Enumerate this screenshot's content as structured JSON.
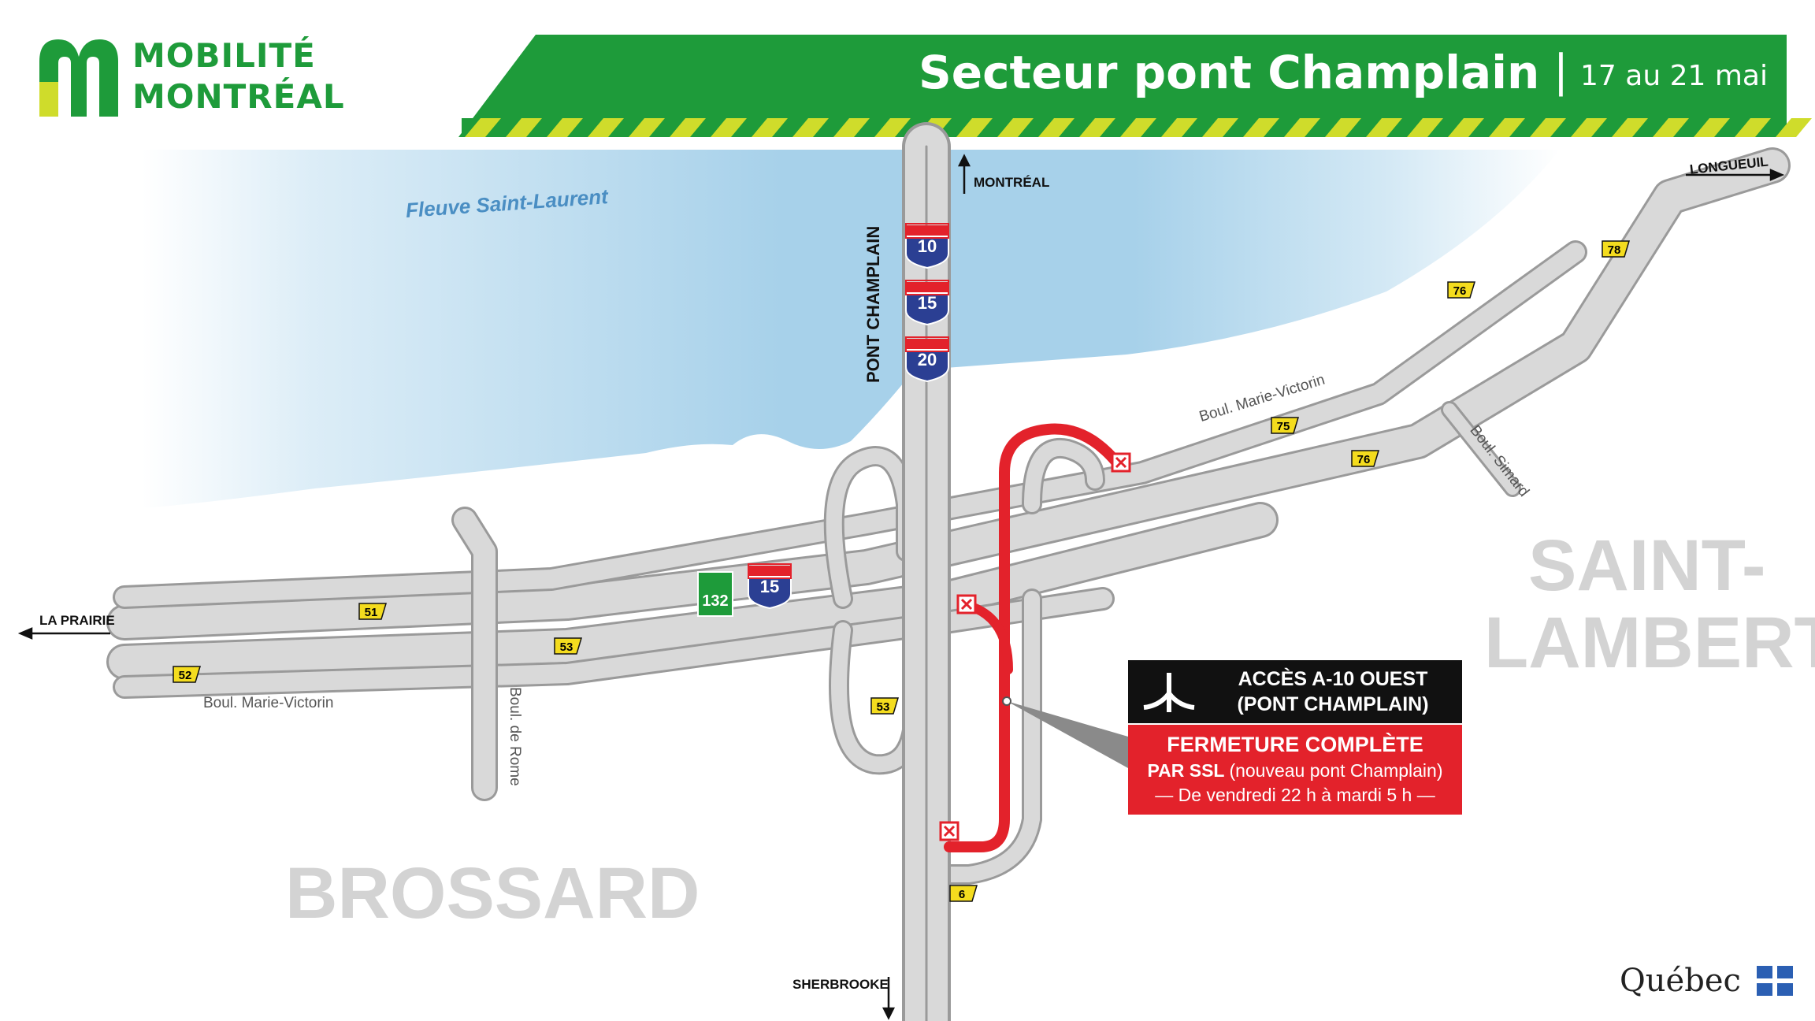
{
  "header": {
    "logo_line1": "MOBILITÉ",
    "logo_line2": "MONTRÉAL",
    "title": "Secteur pont Champlain",
    "separator": "|",
    "date": "17 au 21 mai"
  },
  "water": {
    "label": "Fleuve Saint-Laurent"
  },
  "bridge": {
    "label": "PONT CHAMPLAIN"
  },
  "directions": {
    "north": "MONTRÉAL",
    "northeast": "LONGUEUIL",
    "west": "LA PRAIRIE",
    "south": "SHERBROOKE"
  },
  "cities": {
    "brossard": "BROSSARD",
    "saint_lambert_line1": "SAINT-",
    "saint_lambert_line2": "LAMBERT"
  },
  "streets": {
    "marie_victorin_west": "Boul. Marie-Victorin",
    "marie_victorin_east": "Boul. Marie-Victorin",
    "de_rome": "Boul. de Rome",
    "simard": "Boul. Simard"
  },
  "highway_shields": [
    "10",
    "15",
    "20"
  ],
  "route_shields": {
    "r132": "132",
    "a15": "15"
  },
  "exits": [
    "78",
    "76",
    "75",
    "76",
    "51",
    "53",
    "52",
    "53",
    "6"
  ],
  "closure_box": {
    "line1": "ACCÈS A-10 OUEST",
    "line2": "(PONT CHAMPLAIN)",
    "status": "FERMETURE COMPLÈTE",
    "via_bold": "PAR SSL",
    "via_rest": "(nouveau pont Champlain)",
    "period": "— De vendredi 22 h à mardi 5 h —"
  },
  "footer": {
    "government": "Québec"
  },
  "colors": {
    "header_green": "#1e9b3a",
    "stripe_yellow": "#cfdc2b",
    "water_blue": "#a8d2ea",
    "closure_red": "#e3222b",
    "exit_yellow": "#f4dc1e",
    "interstate_blue": "#2b3f93"
  }
}
